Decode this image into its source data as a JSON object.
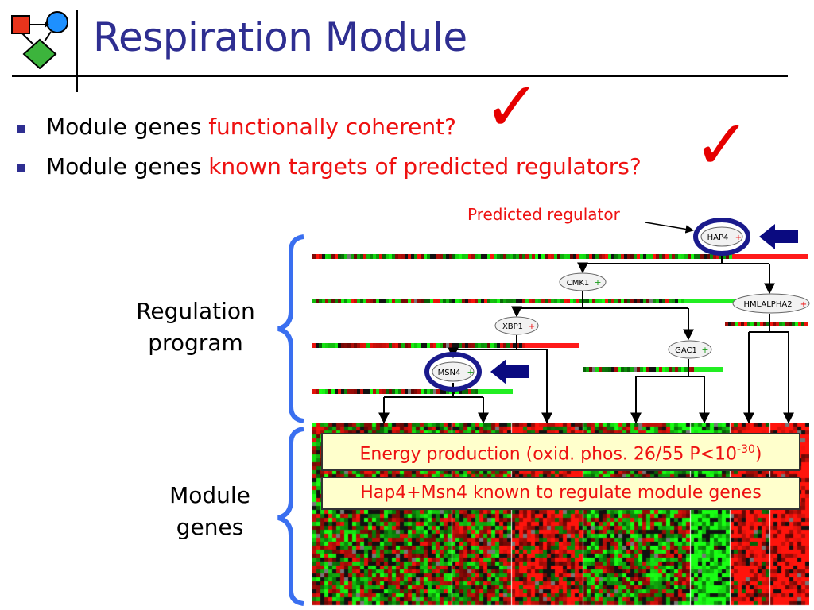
{
  "title": "Respiration Module",
  "bullets": [
    {
      "plain": "Module genes ",
      "highlight": "functionally coherent?"
    },
    {
      "plain": "Module genes ",
      "highlight": "known targets of predicted regulators?"
    }
  ],
  "checkmark": "✓",
  "predicted_regulator_label": "Predicted regulator",
  "regulation_label": {
    "line1": "Regulation",
    "line2": "program"
  },
  "module_label": {
    "line1": "Module",
    "line2": "genes"
  },
  "nodes": {
    "hap4": "HAP4",
    "cmk1": "CMK1",
    "hmlalpha2": "HMLALPHA2",
    "xbp1": "XBP1",
    "gac1": "GAC1",
    "msn4": "MSN4"
  },
  "annotations": {
    "energy_prefix": "Energy production (oxid. phos. 26/55 P<10",
    "energy_exp": "-30",
    "energy_suffix": ")",
    "known_targets": "Hap4+Msn4 known to regulate module genes"
  },
  "colors": {
    "title": "#2e2e91",
    "highlight": "#ee1111",
    "brace": "#3a6ff0",
    "circle": "#1a1a8c",
    "pointer_arrow": "#0a0a80"
  }
}
